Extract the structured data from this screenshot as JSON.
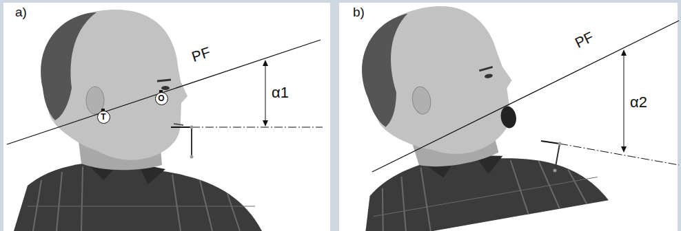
{
  "diagram": {
    "nodes": [
      {
        "text": [
          "T"
        ]
      },
      {
        "text": [
          "O"
        ]
      }
    ],
    "labels": [
      "a)",
      "PF",
      "α1",
      "b)",
      "PF",
      "α2"
    ]
  }
}
